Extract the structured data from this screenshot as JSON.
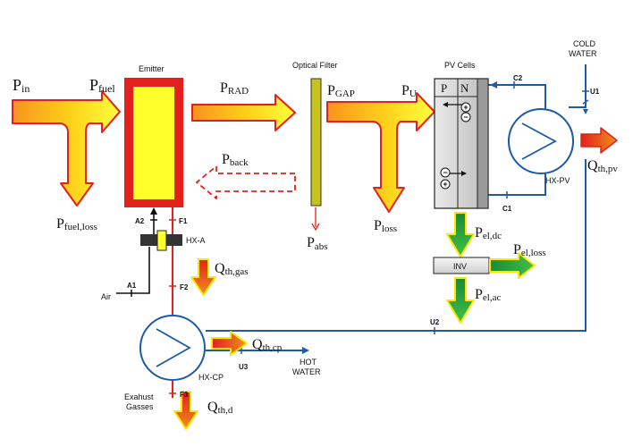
{
  "components": {
    "emitter": "Emitter",
    "optical_filter": "Optical Filter",
    "pv_cells": "PV Cells",
    "p_layer": "P",
    "n_layer": "N",
    "plus": "+",
    "minus": "−",
    "inverter": "INV",
    "hx_a": "HX-A",
    "hx_pv": "HX-PV",
    "hx_cp": "HX-CP",
    "air": "Air",
    "cold_water_1": "COLD",
    "cold_water_2": "WATER",
    "hot_water_1": "HOT",
    "hot_water_2": "WATER",
    "exhaust_1": "Exahust",
    "exhaust_2": "Gasses"
  },
  "points": {
    "a1": "A1",
    "a2": "A2",
    "f1": "F1",
    "f2": "F2",
    "f3": "F3",
    "c1": "C1",
    "c2": "C2",
    "u1": "U1",
    "u2": "U2",
    "u3": "U3"
  },
  "flows": {
    "p_in": {
      "main": "P",
      "sub": "in"
    },
    "p_fuel": {
      "main": "P",
      "sub": "fuel"
    },
    "p_fuel_loss": {
      "main": "P",
      "sub": "fuel,loss"
    },
    "p_rad": {
      "main": "P",
      "sub": "RAD"
    },
    "p_back": {
      "main": "P",
      "sub": "back"
    },
    "p_gap": {
      "main": "P",
      "sub": "GAP"
    },
    "p_abs": {
      "main": "P",
      "sub": "abs"
    },
    "p_u": {
      "main": "P",
      "sub": "U"
    },
    "p_loss": {
      "main": "P",
      "sub": "loss"
    },
    "p_el_dc": {
      "main": "P",
      "sub": "el,dc"
    },
    "p_el_loss": {
      "main": "P",
      "sub": "el,loss"
    },
    "p_el_ac": {
      "main": "P",
      "sub": "el,ac"
    },
    "q_th_gas": {
      "main": "Q",
      "sub": "th,gas"
    },
    "q_th_pv": {
      "main": "Q",
      "sub": "th,pv"
    },
    "q_th_cp": {
      "main": "Q",
      "sub": "th,cp"
    },
    "q_th_d": {
      "main": "Q",
      "sub": "th,d"
    }
  },
  "colors": {
    "fire_red": "#e8211b",
    "emitter_yellow": "#ffff2a",
    "arrow_orange": "#f7941d",
    "arrow_yellow": "#ffe500",
    "electric_green": "#1f9a3a",
    "water_blue": "#1e5aa8",
    "filter_olive": "#c8c21a"
  }
}
